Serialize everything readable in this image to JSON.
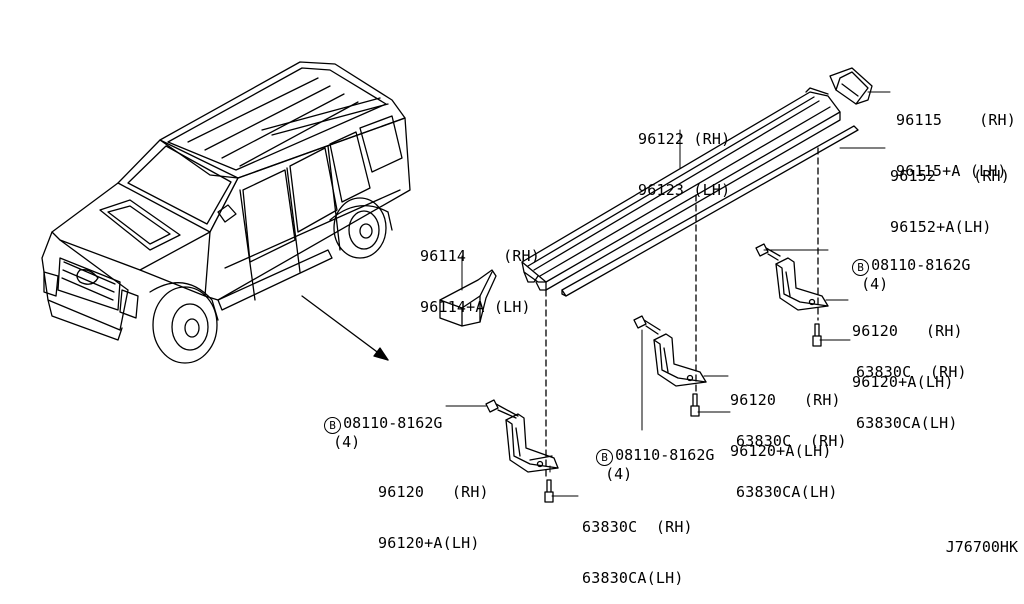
{
  "diagram": {
    "code": "J76700HK",
    "parts": [
      {
        "id": "p96115",
        "lines": [
          {
            "num": "96115",
            "side": "(RH)"
          },
          {
            "num": "96115+A",
            "side": "(LH)"
          }
        ]
      },
      {
        "id": "p96122",
        "lines": [
          {
            "num": "96122",
            "side": "(RH)"
          },
          {
            "num": "96123",
            "side": "(LH)"
          }
        ]
      },
      {
        "id": "p96152",
        "lines": [
          {
            "num": "96152",
            "side": "(RH)"
          },
          {
            "num": "96152+A",
            "side": "(LH)"
          }
        ]
      },
      {
        "id": "p96114",
        "lines": [
          {
            "num": "96114",
            "side": "(RH)"
          },
          {
            "num": "96114+A",
            "side": "(LH)"
          }
        ]
      },
      {
        "id": "p96120a",
        "lines": [
          {
            "num": "96120",
            "side": "(RH)"
          },
          {
            "num": "96120+A",
            "side": "(LH)"
          }
        ]
      },
      {
        "id": "p96120b",
        "lines": [
          {
            "num": "96120",
            "side": "(RH)"
          },
          {
            "num": "96120+A",
            "side": "(LH)"
          }
        ]
      },
      {
        "id": "p96120c",
        "lines": [
          {
            "num": "96120",
            "side": "(RH)"
          },
          {
            "num": "96120+A",
            "side": "(LH)"
          }
        ]
      },
      {
        "id": "p63830a",
        "lines": [
          {
            "num": "63830C",
            "side": "(RH)"
          },
          {
            "num": "63830CA",
            "side": "(LH)"
          }
        ]
      },
      {
        "id": "p63830b",
        "lines": [
          {
            "num": "63830C",
            "side": "(RH)"
          },
          {
            "num": "63830CA",
            "side": "(LH)"
          }
        ]
      },
      {
        "id": "p63830c",
        "lines": [
          {
            "num": "63830C",
            "side": "(RH)"
          },
          {
            "num": "63830CA",
            "side": "(LH)"
          }
        ]
      }
    ],
    "bolts": [
      {
        "id": "b1",
        "marker": "B",
        "num": "08110-8162G",
        "qty": "(4)"
      },
      {
        "id": "b2",
        "marker": "B",
        "num": "08110-8162G",
        "qty": "(4)"
      },
      {
        "id": "b3",
        "marker": "B",
        "num": "08110-8162G",
        "qty": "(4)"
      }
    ]
  }
}
